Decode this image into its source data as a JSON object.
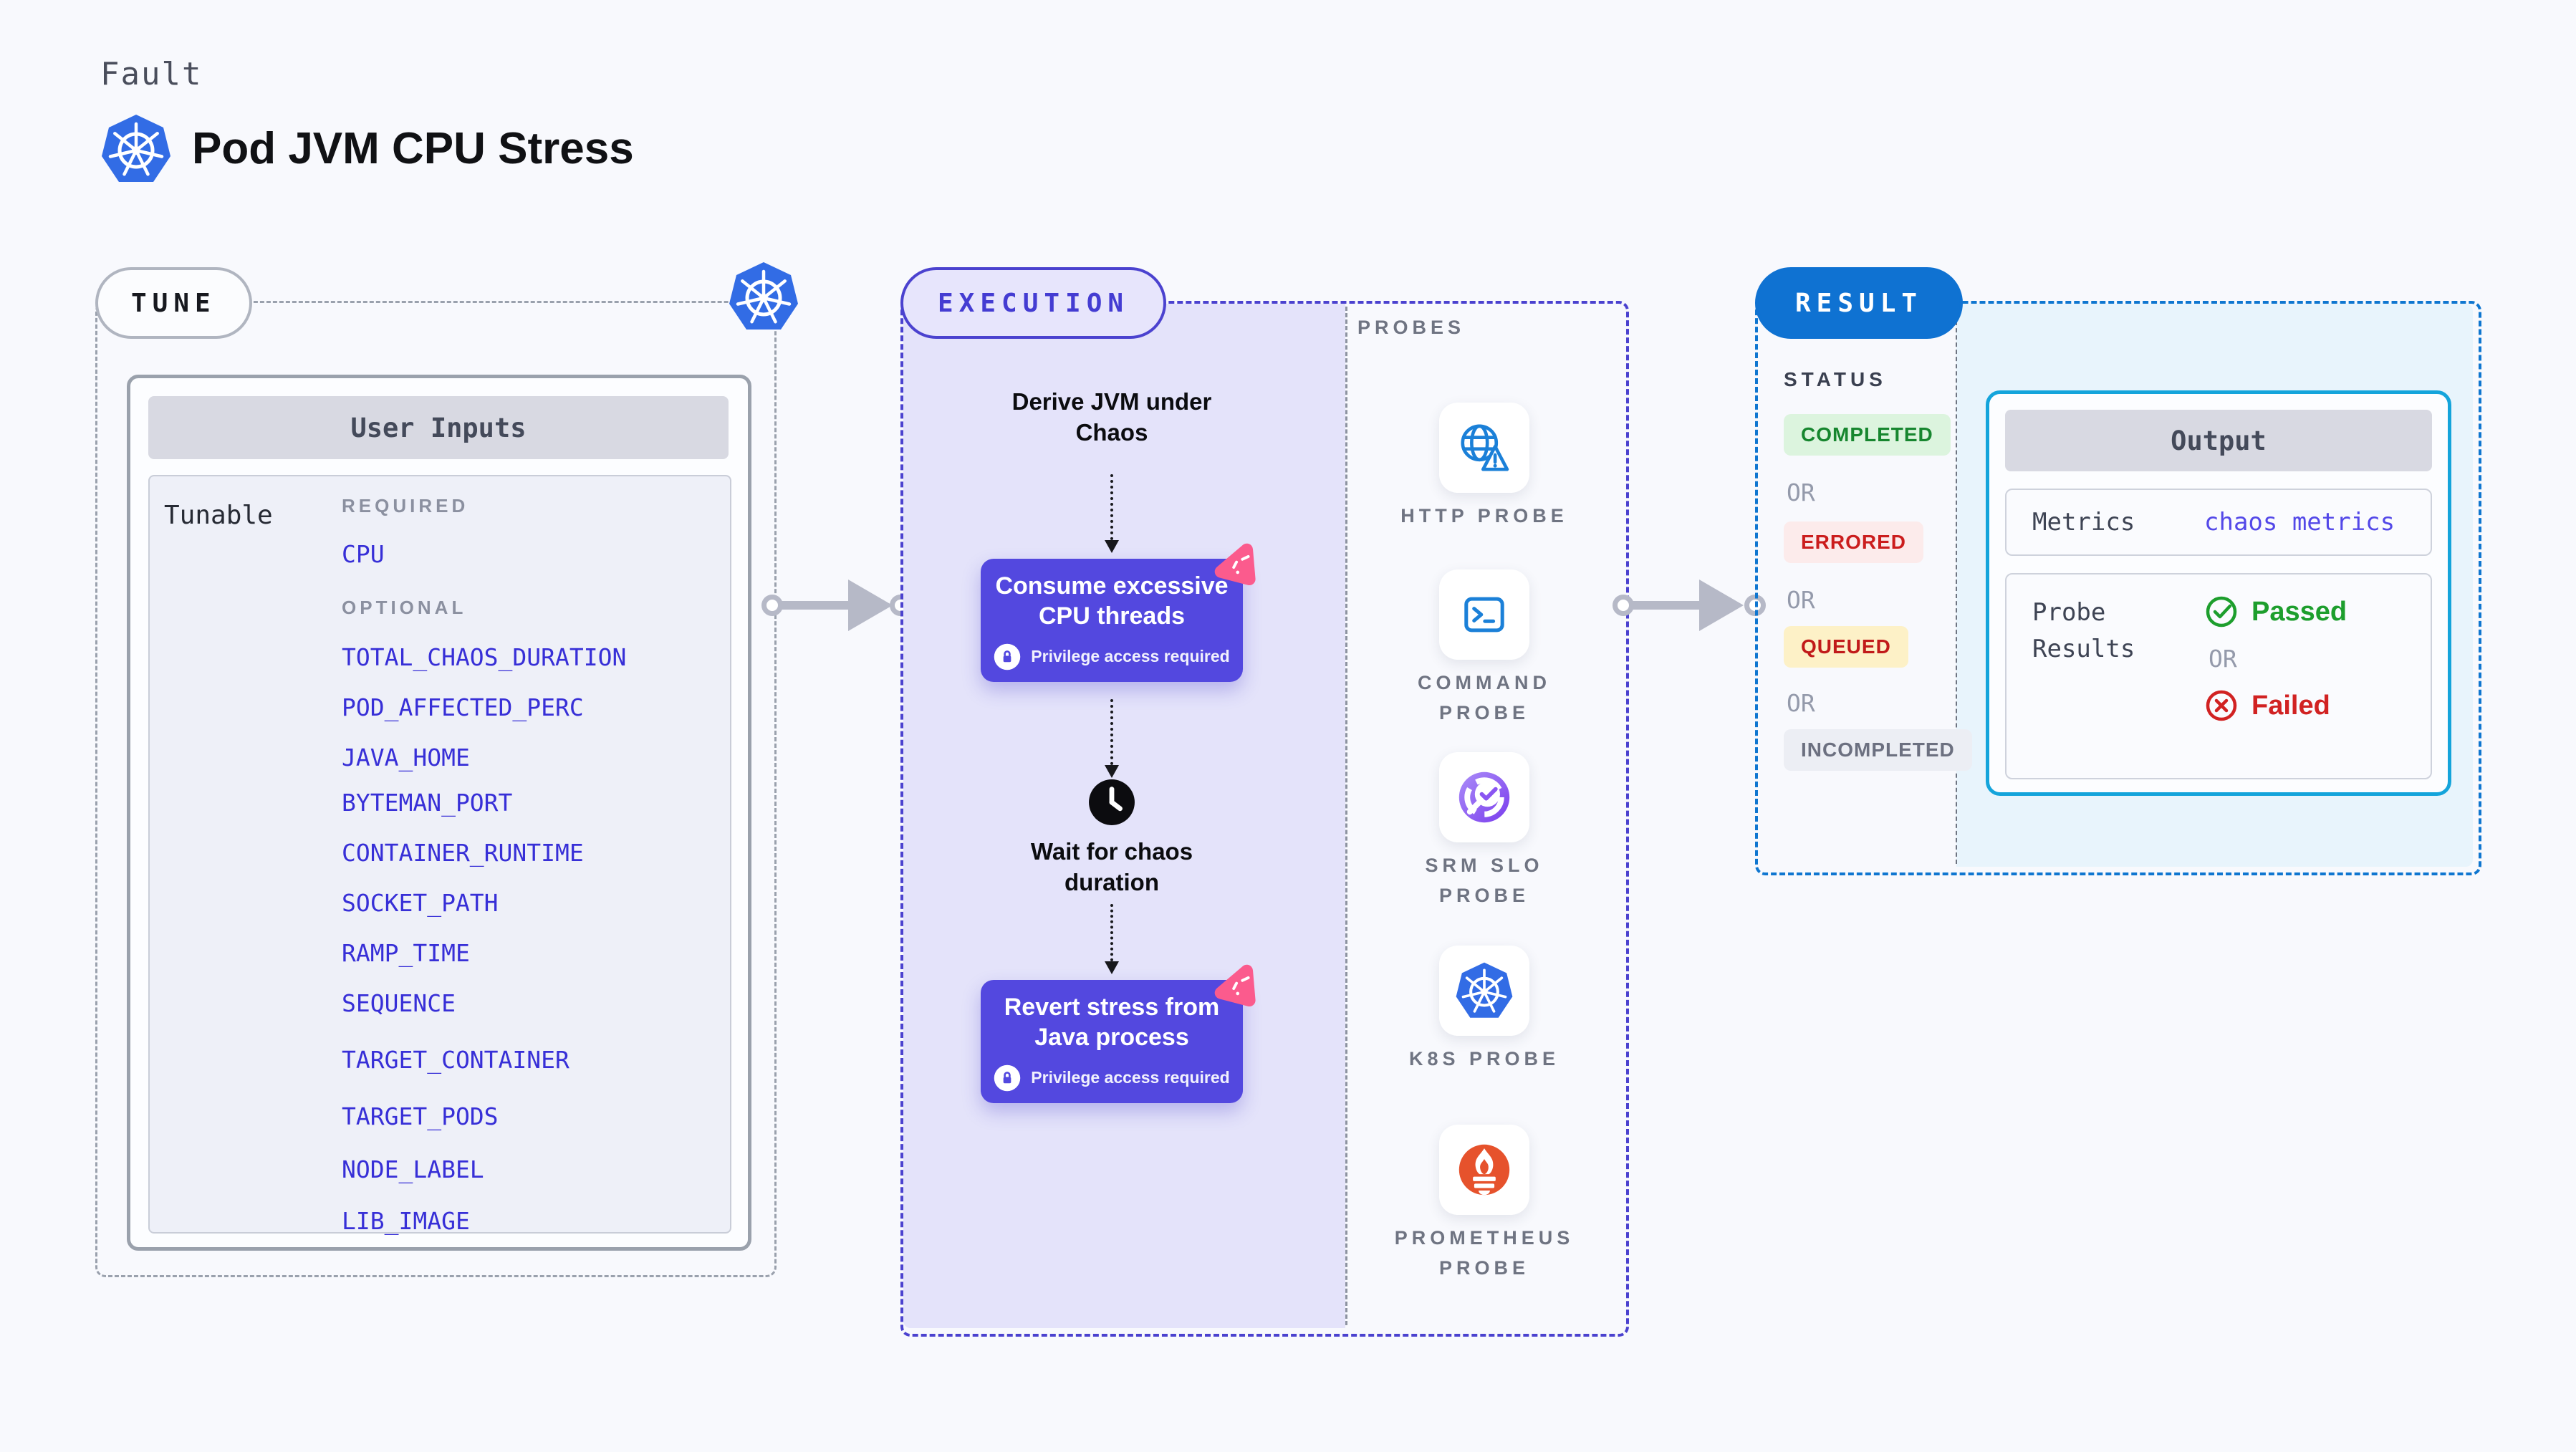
{
  "header": {
    "kicker": "Fault",
    "title": "Pod JVM CPU Stress"
  },
  "tune": {
    "label": "TUNE",
    "card_title": "User Inputs",
    "row_label": "Tunable",
    "required_heading": "REQUIRED",
    "required_items": [
      "CPU"
    ],
    "optional_heading": "OPTIONAL",
    "optional_items": [
      "TOTAL_CHAOS_DURATION",
      "POD_AFFECTED_PERC",
      "JAVA_HOME",
      "BYTEMAN_PORT",
      "CONTAINER_RUNTIME",
      "SOCKET_PATH",
      "RAMP_TIME",
      "SEQUENCE",
      "TARGET_CONTAINER",
      "TARGET_PODS",
      "NODE_LABEL",
      "LIB_IMAGE"
    ]
  },
  "execution": {
    "label": "EXECUTION",
    "derive_text": "Derive JVM under Chaos",
    "consume_text": "Consume excessive CPU threads",
    "wait_text": "Wait for chaos duration",
    "revert_text": "Revert stress from Java process",
    "privilege_text": "Privilege access required"
  },
  "probes": {
    "label": "PROBES",
    "items": [
      {
        "name": "HTTP PROBE",
        "icon": "globe-alert-icon"
      },
      {
        "name": "COMMAND PROBE",
        "icon": "terminal-icon"
      },
      {
        "name": "SRM SLO PROBE",
        "icon": "slo-check-icon"
      },
      {
        "name": "K8S PROBE",
        "icon": "kubernetes-icon"
      },
      {
        "name": "PROMETHEUS PROBE",
        "icon": "prometheus-icon"
      }
    ]
  },
  "result": {
    "label": "RESULT",
    "status_heading": "STATUS",
    "or_label": "OR",
    "statuses": [
      {
        "text": "COMPLETED",
        "kind": "success"
      },
      {
        "text": "ERRORED",
        "kind": "error"
      },
      {
        "text": "QUEUED",
        "kind": "queued"
      },
      {
        "text": "INCOMPLETED",
        "kind": "neutral"
      }
    ],
    "output": {
      "title": "Output",
      "metrics_label": "Metrics",
      "metrics_value": "chaos metrics",
      "probe_results_label": "Probe Results",
      "passed_label": "Passed",
      "failed_label": "Failed"
    }
  },
  "colors": {
    "kubernetes_blue": "#326ce5",
    "step_indigo": "#5348df",
    "chaos_pink": "#fb5b8d",
    "result_blue": "#0f72d2",
    "output_cyan": "#14a4db",
    "passed_green": "#1d9e2d",
    "failed_red": "#d12222",
    "execution_lavender": "#e4e3fa"
  }
}
